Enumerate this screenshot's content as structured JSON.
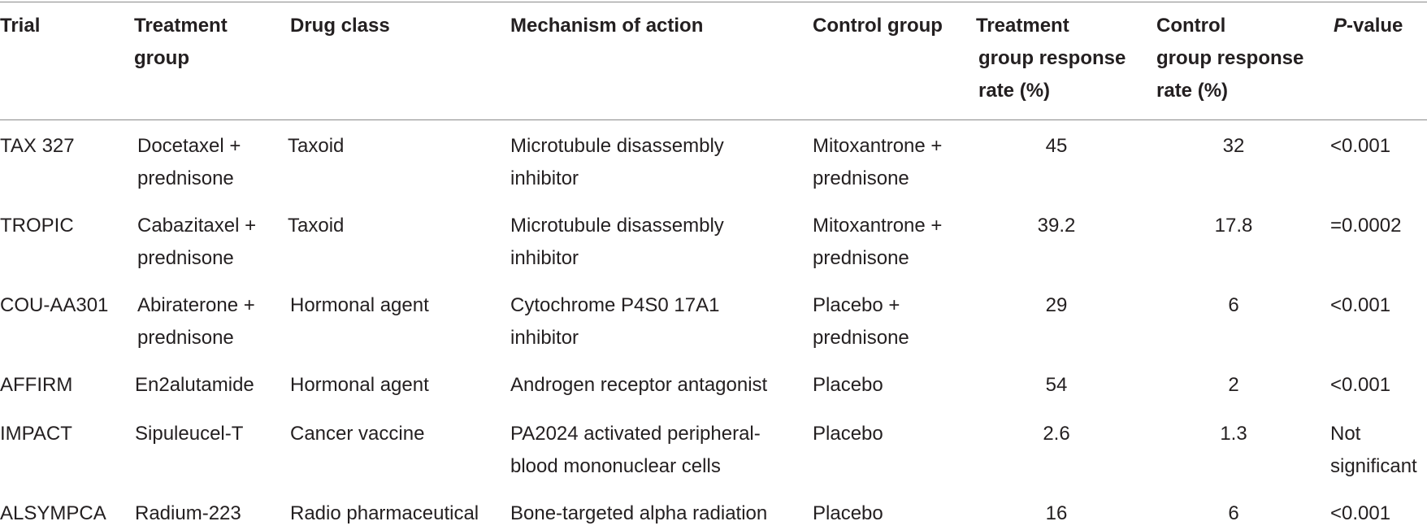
{
  "headers": {
    "trial": "Trial",
    "treatment_group": [
      "Treatment",
      "group"
    ],
    "drug_class": "Drug class",
    "mechanism": "Mechanism of action",
    "control_group": "Control group",
    "treatment_rate": [
      "Treatment",
      "group response",
      "rate (%)"
    ],
    "control_rate": [
      "Control",
      "group response",
      "rate (%)"
    ],
    "p_value_italic": "P",
    "p_value_rest": "-value"
  },
  "rows": [
    {
      "trial": "TAX 327",
      "treatment": [
        "Docetaxel +",
        "prednisone"
      ],
      "drug_class": "Taxoid",
      "mechanism": [
        "Microtubule disassembly",
        "inhibitor"
      ],
      "control": [
        "Mitoxantrone +",
        "prednisone"
      ],
      "treatment_rate": "45",
      "control_rate": "32",
      "p_value": [
        "<0.001"
      ]
    },
    {
      "trial": "TROPIC",
      "treatment": [
        "Cabazitaxel +",
        "prednisone"
      ],
      "drug_class": "Taxoid",
      "mechanism": [
        "Microtubule disassembly",
        "inhibitor"
      ],
      "control": [
        "Mitoxantrone +",
        "prednisone"
      ],
      "treatment_rate": "39.2",
      "control_rate": "17.8",
      "p_value": [
        "=0.0002"
      ]
    },
    {
      "trial": "COU-AA301",
      "treatment": [
        "Abiraterone +",
        "prednisone"
      ],
      "drug_class": "Hormonal agent",
      "mechanism": [
        "Cytochrome P4S0 17A1",
        "inhibitor"
      ],
      "control": [
        "Placebo +",
        "prednisone"
      ],
      "treatment_rate": "29",
      "control_rate": "6",
      "p_value": [
        "<0.001"
      ]
    },
    {
      "trial": "AFFIRM",
      "treatment": [
        "En2alutamide"
      ],
      "drug_class": "Hormonal agent",
      "mechanism": [
        "Androgen receptor antagonist"
      ],
      "control": [
        "Placebo"
      ],
      "treatment_rate": "54",
      "control_rate": "2",
      "p_value": [
        "<0.001"
      ]
    },
    {
      "trial": "IMPACT",
      "treatment": [
        "Sipuleucel-T"
      ],
      "drug_class": "Cancer vaccine",
      "mechanism": [
        "PA2024 activated peripheral-",
        "blood mononuclear cells"
      ],
      "control": [
        "Placebo"
      ],
      "treatment_rate": "2.6",
      "control_rate": "1.3",
      "p_value": [
        "Not",
        "significant"
      ]
    },
    {
      "trial": "ALSYMPCA",
      "treatment": [
        "Radium-223"
      ],
      "drug_class": "Radio pharmaceutical",
      "mechanism": [
        "Bone-targeted alpha radiation"
      ],
      "control": [
        "Placebo"
      ],
      "treatment_rate": "16",
      "control_rate": "6",
      "p_value": [
        "<0.001"
      ]
    }
  ]
}
